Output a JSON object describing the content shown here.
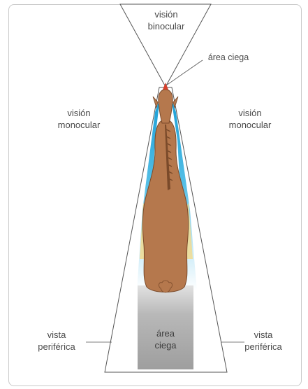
{
  "labels": {
    "binocular_line1": "visión",
    "binocular_line2": "binocular",
    "blind_front": "área ciega",
    "mono_left_line1": "visión",
    "mono_left_line2": "monocular",
    "mono_right_line1": "visión",
    "mono_right_line2": "monocular",
    "peri_left_line1": "vista",
    "peri_left_line2": "periférica",
    "peri_right_line1": "vista",
    "peri_right_line2": "periférica",
    "blind_rear_line1": "área",
    "blind_rear_line2": "ciega"
  },
  "colors": {
    "outline": "#555555",
    "monocular_blue": "#2aa5d8",
    "binocular_yellow": "#f3d98a",
    "horse_body": "#b5784d",
    "horse_dark": "#7a4a2a",
    "rear_blind_gray": "#a9a9a9",
    "front_blind_red": "#d8402c",
    "label_text": "#4a4a4a"
  }
}
